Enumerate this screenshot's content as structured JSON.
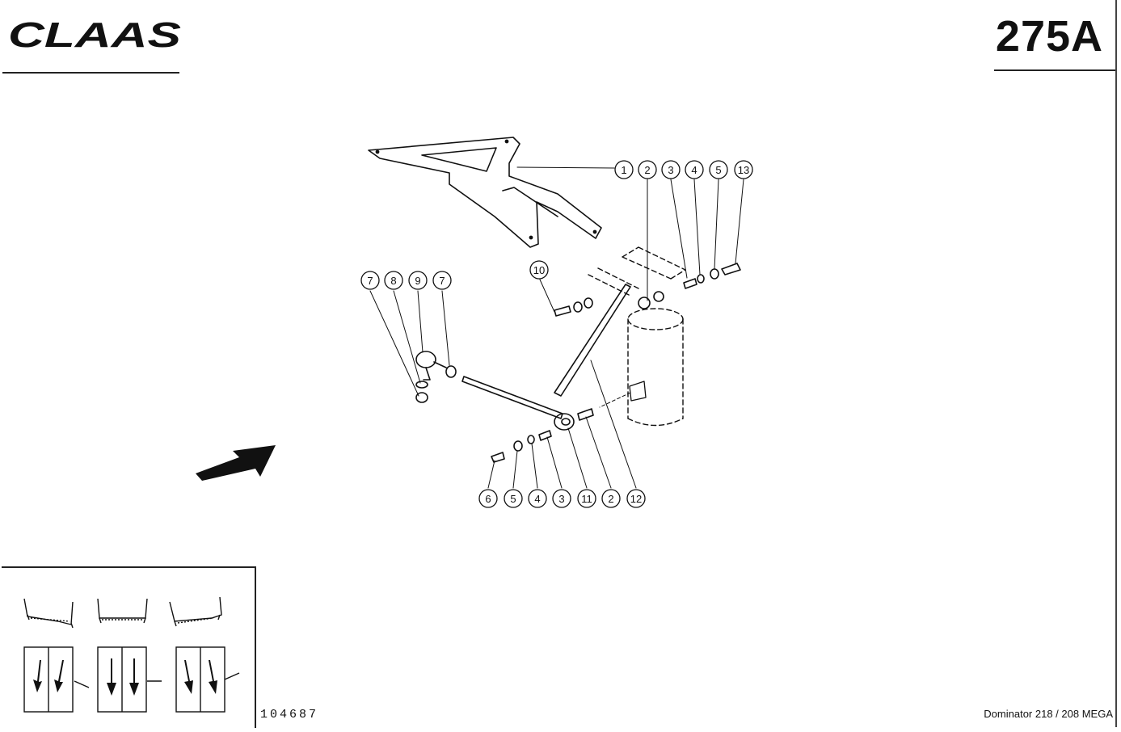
{
  "header": {
    "brand": "CLAAS",
    "page_number": "275A"
  },
  "footer": {
    "document_number": "104687",
    "model": "Dominator 218 / 208 MEGA"
  },
  "callouts": {
    "top_row": [
      "1",
      "2",
      "3",
      "4",
      "5",
      "13"
    ],
    "left_group": [
      "7",
      "8",
      "9",
      "7"
    ],
    "bolt_label": "10",
    "bottom_row": [
      "6",
      "5",
      "4",
      "3",
      "11",
      "2",
      "12"
    ]
  }
}
